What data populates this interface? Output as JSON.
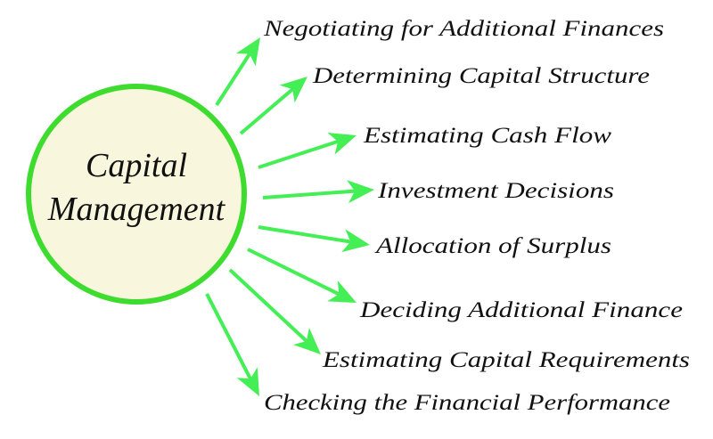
{
  "center": {
    "line1": "Capital",
    "line2": "Management"
  },
  "items": [
    {
      "label": "Negotiating for Additional Finances"
    },
    {
      "label": "Determining Capital Structure"
    },
    {
      "label": "Estimating Cash Flow"
    },
    {
      "label": "Investment Decisions"
    },
    {
      "label": "Allocation of Surplus"
    },
    {
      "label": "Deciding Additional Finance"
    },
    {
      "label": "Estimating Capital Requirements"
    },
    {
      "label": "Checking the Financial Performance"
    }
  ],
  "colors": {
    "circle_stroke": "#3ddc2e",
    "circle_fill": "#f8f6dc",
    "arrow": "#44ee55"
  }
}
